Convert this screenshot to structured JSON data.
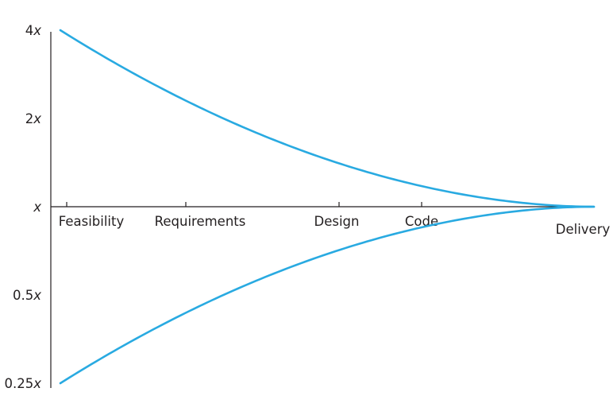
{
  "chart_data": {
    "type": "line",
    "y_scale": "log2",
    "y_ticks": [
      {
        "value": 4,
        "label_num": "4",
        "label_var": "x"
      },
      {
        "value": 2,
        "label_num": "2",
        "label_var": "x"
      },
      {
        "value": 1,
        "label_num": "",
        "label_var": "x"
      },
      {
        "value": 0.5,
        "label_num": "0.5",
        "label_var": "x"
      },
      {
        "value": 0.25,
        "label_num": "0.25",
        "label_var": "x"
      }
    ],
    "x_ticks": [
      {
        "label": "Feasibility"
      },
      {
        "label": "Requirements"
      },
      {
        "label": "Design"
      },
      {
        "label": "Code"
      },
      {
        "label": "Delivery"
      }
    ],
    "series": [
      {
        "values": [
          4,
          2,
          1
        ]
      },
      {
        "values": [
          0.25,
          0.5,
          1
        ]
      }
    ],
    "colors": {
      "curve": "#29aae1",
      "axis": "#231f20"
    }
  }
}
